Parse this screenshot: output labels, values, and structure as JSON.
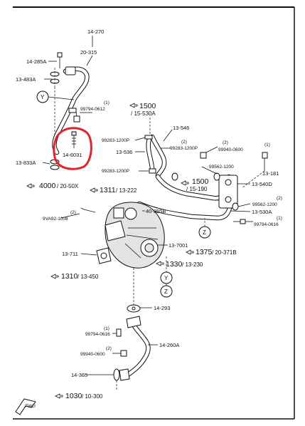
{
  "labels": {
    "p14_270": "14-270",
    "p20_315": "20-315",
    "p14_285A": "14-285A",
    "p13_483A": "13-483A",
    "callout_Y1": "Y",
    "p99794_0612": "99794-0612",
    "p99794_0612_q": "(1)",
    "p14_6031": "14-6031",
    "p13_833A": "13-833A",
    "ref1500_main": "1500",
    "ref1500_sub": "/ 15-530A",
    "p13_546": "13-546",
    "p99283_1200P_a": "99283-1200P",
    "p99283_1200P_b": "99283-1200P",
    "p99283_1200P_b_q": "(2)",
    "p99283_1200P_c": "99283-1200P",
    "p13_536": "13-536",
    "p99940_0600_a": "99940-0600",
    "p99940_0600_a_q": "(2)",
    "p99940_0600_a_q2": "(1)",
    "p13_181": "13-181",
    "p99562_1200_a": "99562-1200",
    "p13_540D": "13-540D",
    "ref1500b_main": "1500",
    "ref1500b_sub": "/ 15-190",
    "ref4000_main": "4000",
    "ref4000_sub": "/ 20-50X",
    "ref1311_main": "1311",
    "ref1311_sub": "/ 13-222",
    "p99562_1200_b": "99562-1200",
    "p99562_1200_b_q": "(2)",
    "p13_530A": "13-530A",
    "p40_355B": "40-355B",
    "p99794_0616_a": "99794-0616",
    "p99794_0616_a_q": "(1)",
    "callout_Z1": "Z",
    "p9VA92_1008": "9VA92-1008",
    "p9VA92_1008_q": "(2)",
    "p13_7001": "13-7001",
    "p13_711": "13-711",
    "ref1375_main": "1375",
    "ref1375_sub": "/ 20-371B",
    "ref1330_main": "1330",
    "ref1330_sub": "/ 13-230",
    "ref1310_main": "1310",
    "ref1310_sub": "/ 13-450",
    "callout_Y2": "Y",
    "callout_Z2": "Z",
    "p14_293": "14-293",
    "p99794_0616_b": "99794-0616",
    "p99794_0616_b_q": "(1)",
    "p14_260A": "14-260A",
    "p99940_0600_b": "99940-0600",
    "p99940_0600_b_q": "(2)",
    "p14_365": "14-365",
    "ref1030_main": "1030",
    "ref1030_sub": "/ 10-300",
    "fwd": "FWD"
  },
  "colors": {
    "ink": "#111111",
    "highlight": "#e0262a",
    "paper": "#ffffff"
  },
  "icons": {
    "reference_arrow": "book-arrow-icon",
    "forward": "fwd-arrow-icon"
  }
}
